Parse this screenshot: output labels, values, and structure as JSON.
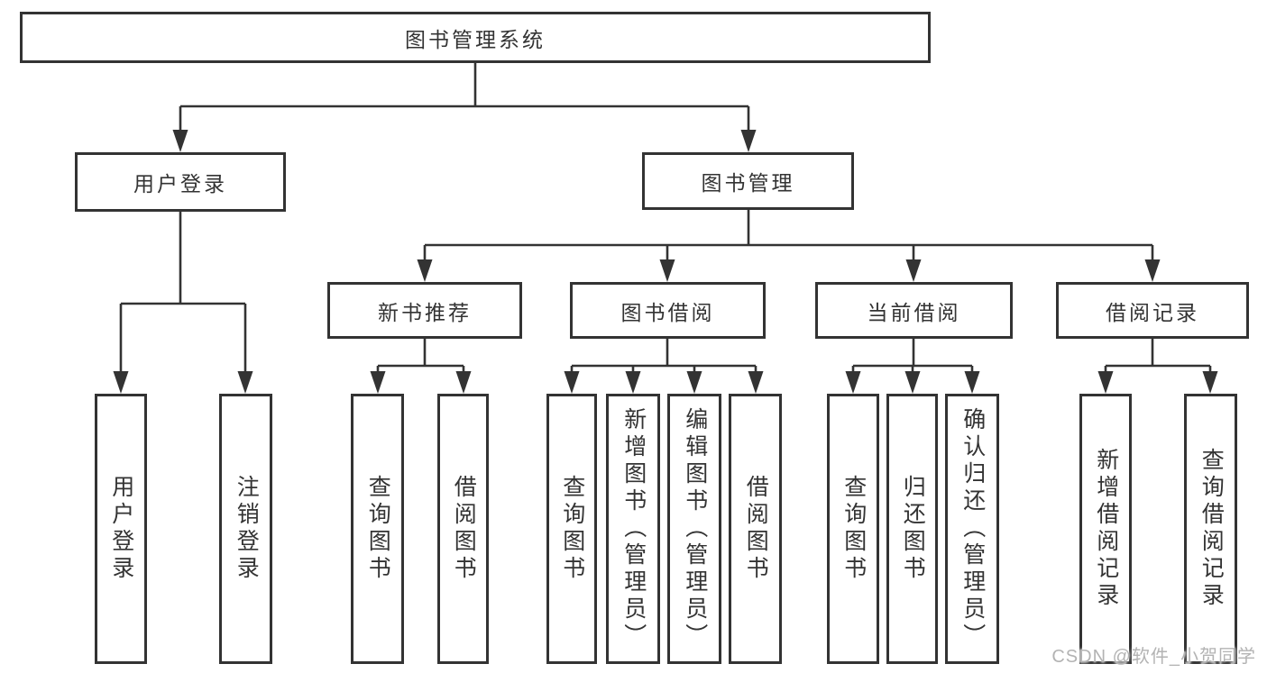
{
  "diagram": {
    "title": "图书管理系统",
    "root": "图书管理系统",
    "branches": [
      {
        "label": "用户登录",
        "children": [
          "用户登录",
          "注销登录"
        ]
      },
      {
        "label": "图书管理",
        "sections": [
          {
            "label": "新书推荐",
            "children": [
              "查询图书",
              "借阅图书"
            ]
          },
          {
            "label": "图书借阅",
            "children": [
              "查询图书",
              "新增图书（管理员）",
              "编辑图书（管理员）",
              "借阅图书"
            ]
          },
          {
            "label": "当前借阅",
            "children": [
              "查询图书",
              "归还图书",
              "确认归还（管理员）"
            ]
          },
          {
            "label": "借阅记录",
            "children": [
              "新增借阅记录",
              "查询借阅记录"
            ]
          }
        ]
      }
    ]
  },
  "watermark": "CSDN @软件_小贺同学",
  "colors": {
    "line": "#333333",
    "box_border": "#333333",
    "box_fill": "#ffffff",
    "text": "#333333",
    "watermark": "#b3b3b3",
    "background": "#ffffff"
  }
}
